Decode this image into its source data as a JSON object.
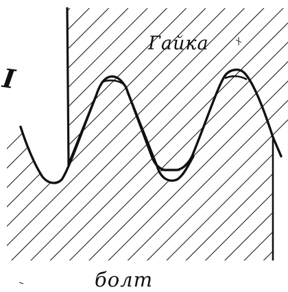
{
  "labels": {
    "nut": "Гайка",
    "bolt": "болт",
    "mark": "I"
  }
}
